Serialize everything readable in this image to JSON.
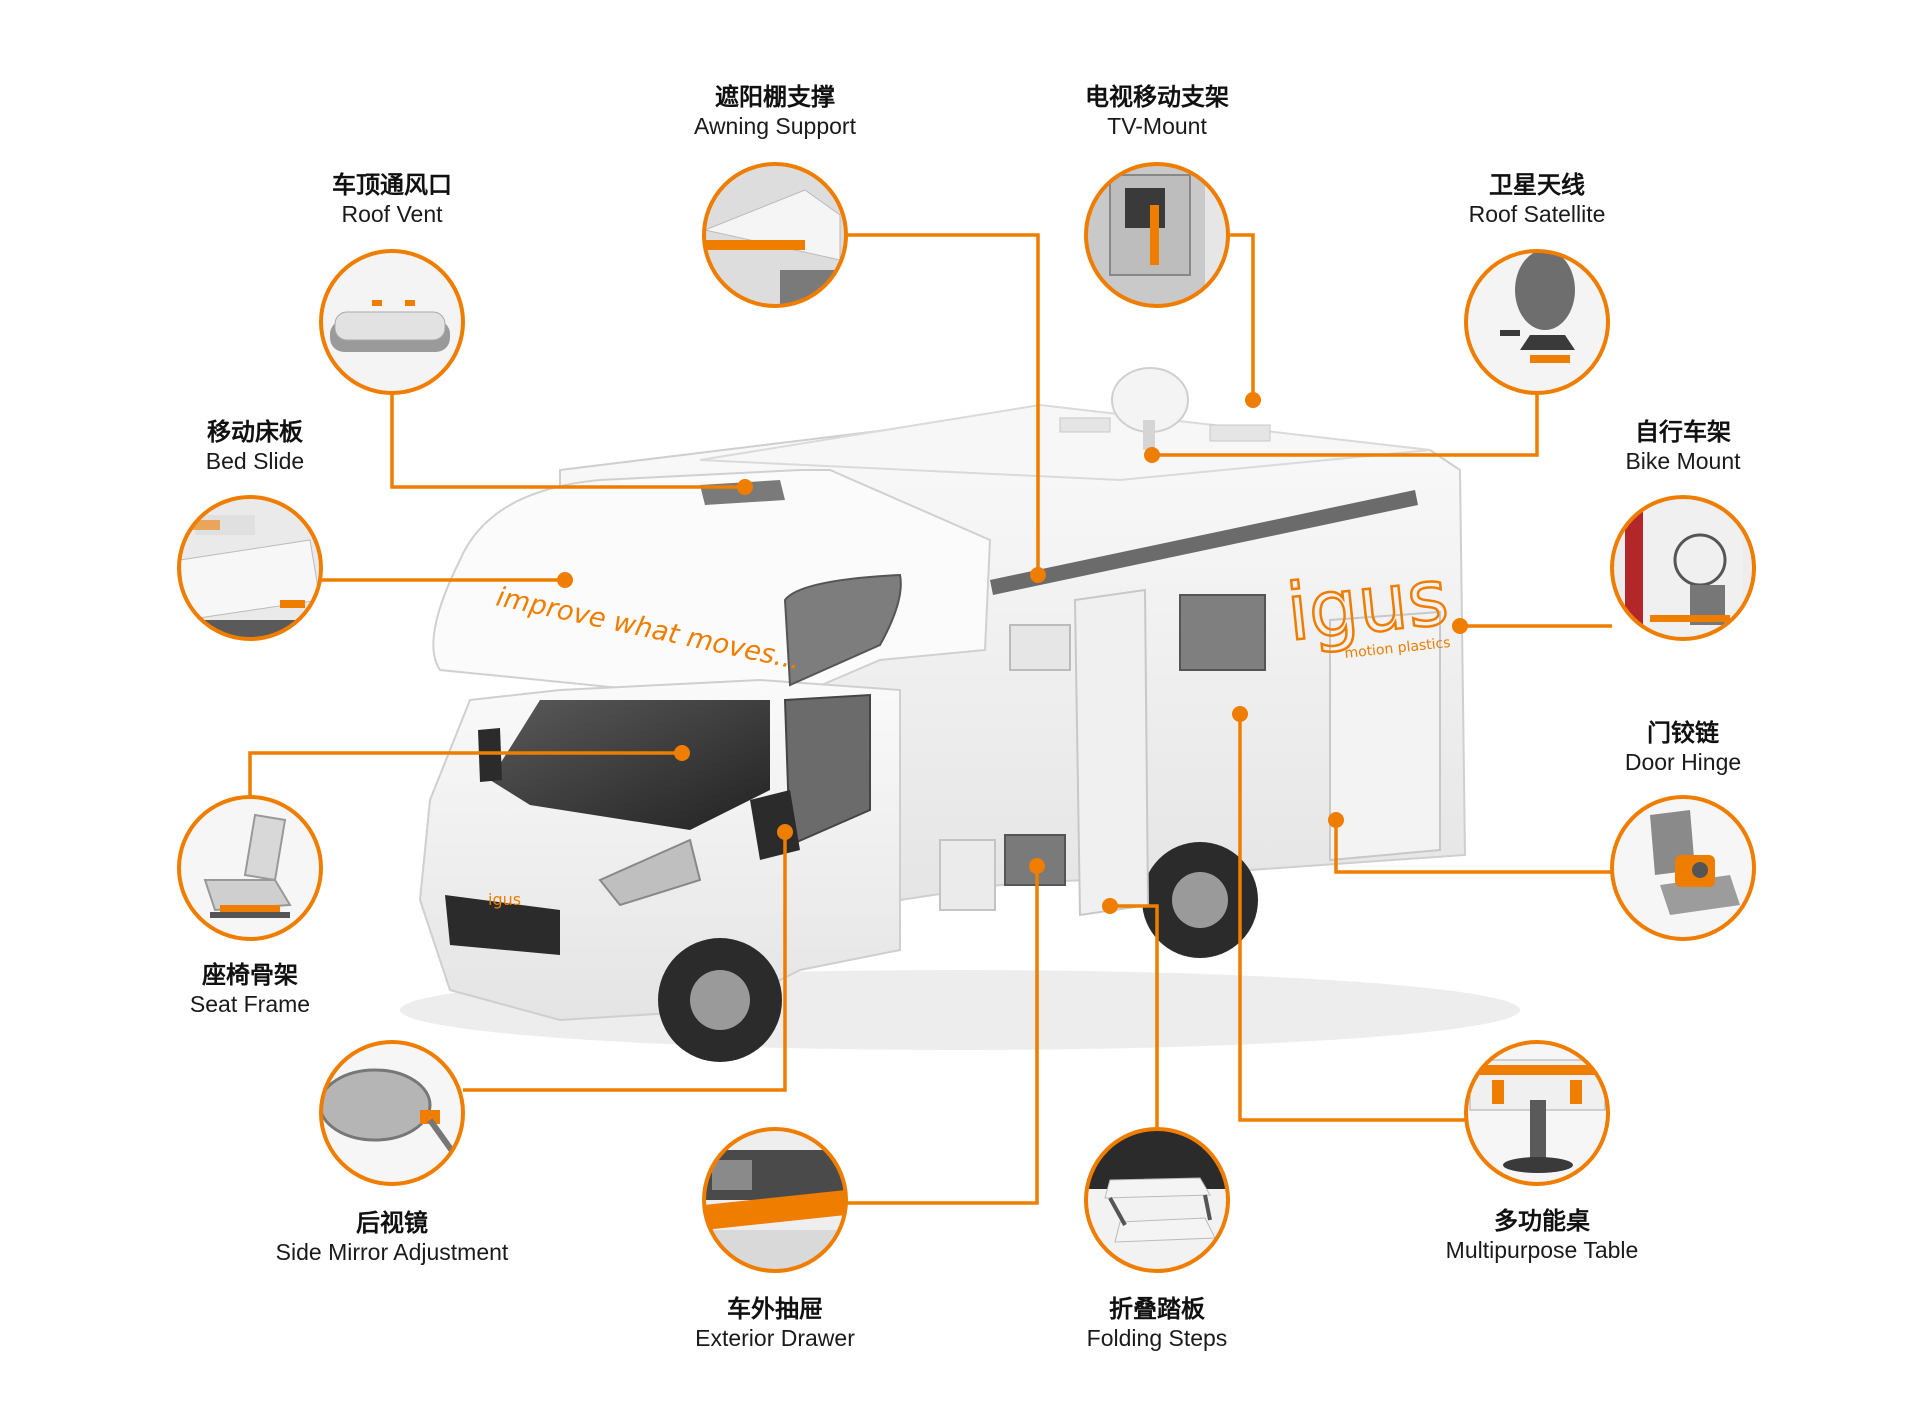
{
  "colors": {
    "accent": "#EE7D00",
    "van_body": "#F2F2F2",
    "van_shade": "#D9D9D9",
    "glass": "#3A3A3A",
    "dark_trim": "#2B2B2B",
    "window_gray": "#8A8A8A"
  },
  "brand": {
    "logo": "igus",
    "logo_sub": "motion plastics",
    "slogan": "improve what moves...",
    "grille_logo": "igus"
  },
  "callouts": [
    {
      "id": "awning-support",
      "zh": "遮阳棚支撑",
      "en": "Awning Support",
      "icon": "awning-icon"
    },
    {
      "id": "tv-mount",
      "zh": "电视移动支架",
      "en": "TV-Mount",
      "icon": "tv-mount-icon"
    },
    {
      "id": "roof-vent",
      "zh": "车顶通风口",
      "en": "Roof Vent",
      "icon": "roof-vent-icon"
    },
    {
      "id": "roof-satellite",
      "zh": "卫星天线",
      "en": "Roof Satellite",
      "icon": "satellite-icon"
    },
    {
      "id": "bed-slide",
      "zh": "移动床板",
      "en": "Bed Slide",
      "icon": "bed-slide-icon"
    },
    {
      "id": "bike-mount",
      "zh": "自行车架",
      "en": "Bike Mount",
      "icon": "bike-mount-icon"
    },
    {
      "id": "door-hinge",
      "zh": "门铰链",
      "en": "Door Hinge",
      "icon": "hinge-icon"
    },
    {
      "id": "seat-frame",
      "zh": "座椅骨架",
      "en": "Seat Frame",
      "icon": "seat-frame-icon"
    },
    {
      "id": "side-mirror",
      "zh": "后视镜",
      "en": "Side Mirror Adjustment",
      "icon": "mirror-icon"
    },
    {
      "id": "multipurpose-table",
      "zh": "多功能桌",
      "en": "Multipurpose Table",
      "icon": "table-icon"
    },
    {
      "id": "exterior-drawer",
      "zh": "车外抽屉",
      "en": "Exterior Drawer",
      "icon": "drawer-icon"
    },
    {
      "id": "folding-steps",
      "zh": "折叠踏板",
      "en": "Folding Steps",
      "icon": "steps-icon"
    }
  ]
}
